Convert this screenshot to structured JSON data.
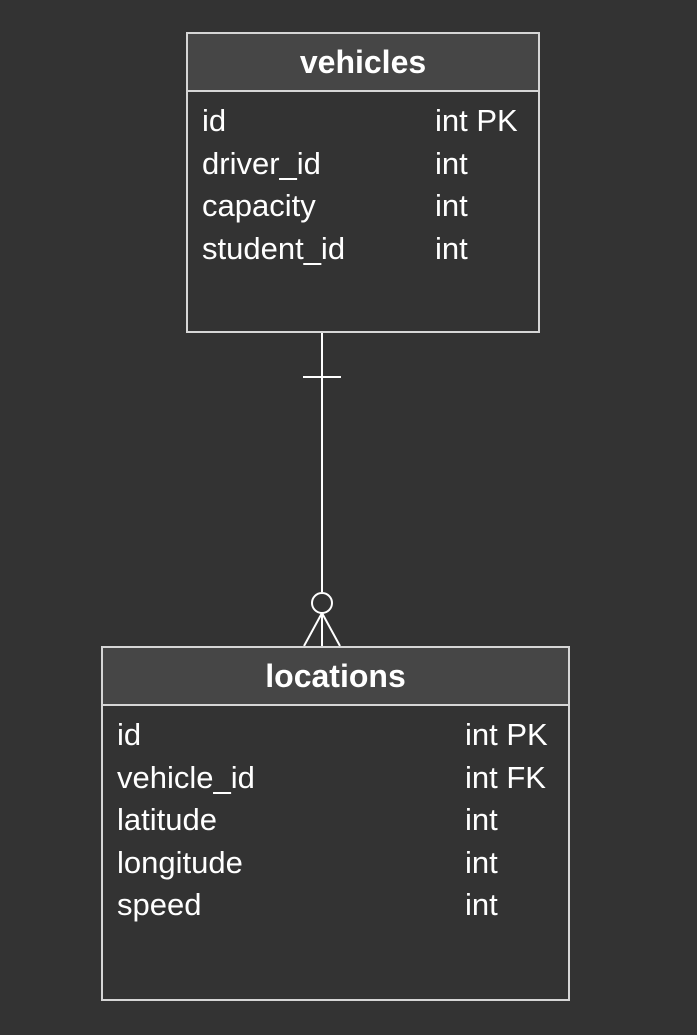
{
  "entities": {
    "vehicles": {
      "name": "vehicles",
      "attributes": [
        {
          "name": "id",
          "type": "int PK"
        },
        {
          "name": "driver_id",
          "type": "int"
        },
        {
          "name": "capacity",
          "type": "int"
        },
        {
          "name": "student_id",
          "type": "int"
        }
      ]
    },
    "locations": {
      "name": "locations",
      "attributes": [
        {
          "name": "id",
          "type": "int PK"
        },
        {
          "name": "vehicle_id",
          "type": "int FK"
        },
        {
          "name": "latitude",
          "type": "int"
        },
        {
          "name": "longitude",
          "type": "int"
        },
        {
          "name": "speed",
          "type": "int"
        }
      ]
    }
  },
  "colors": {
    "background": "#333333",
    "header": "#464646",
    "border": "#d6d6d6",
    "text": "#ffffff"
  }
}
